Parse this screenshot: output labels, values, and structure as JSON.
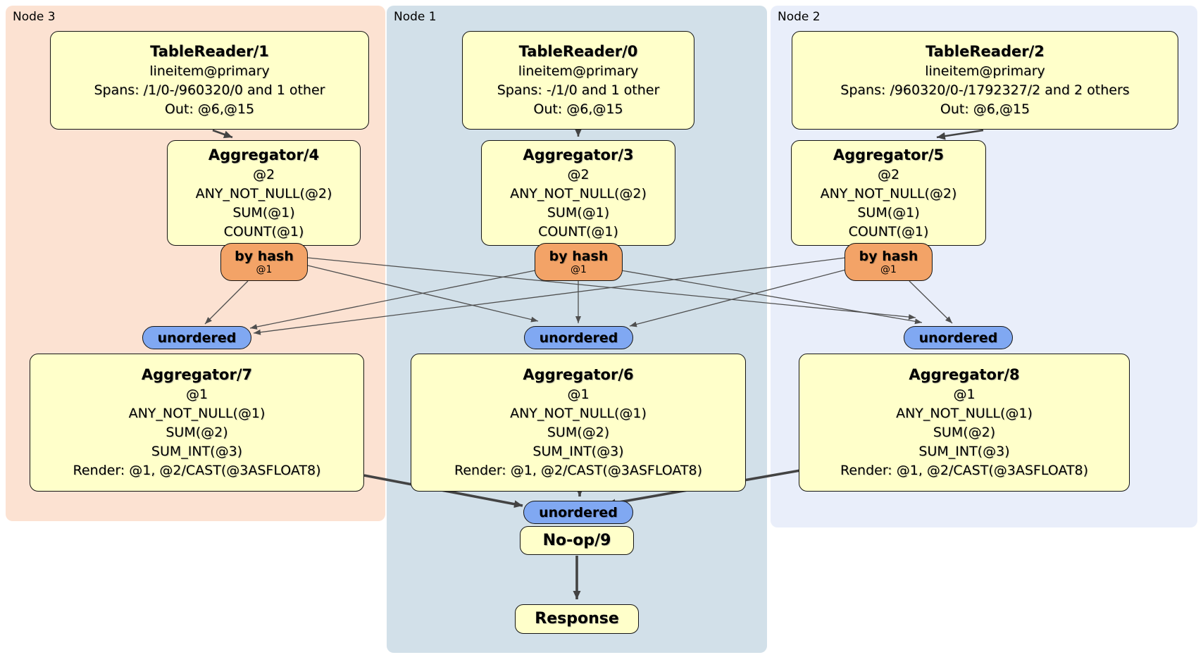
{
  "groups": {
    "node3": {
      "label": "Node 3",
      "bg": "#fce2d2"
    },
    "node1": {
      "label": "Node 1",
      "bg": "#d2e0e9"
    },
    "node2": {
      "label": "Node 2",
      "bg": "#e9eefa"
    }
  },
  "processors": {
    "tr1": {
      "title": "TableReader/1",
      "lines": [
        "lineitem@primary",
        "Spans: /1/0-/960320/0 and 1 other",
        "Out: @6,@15"
      ]
    },
    "tr0": {
      "title": "TableReader/0",
      "lines": [
        "lineitem@primary",
        "Spans: -/1/0 and 1 other",
        "Out: @6,@15"
      ]
    },
    "tr2": {
      "title": "TableReader/2",
      "lines": [
        "lineitem@primary",
        "Spans: /960320/0-/1792327/2 and 2 others",
        "Out: @6,@15"
      ]
    },
    "agg4": {
      "title": "Aggregator/4",
      "lines": [
        "@2",
        "ANY_NOT_NULL(@2)",
        "SUM(@1)",
        "COUNT(@1)"
      ]
    },
    "agg3": {
      "title": "Aggregator/3",
      "lines": [
        "@2",
        "ANY_NOT_NULL(@2)",
        "SUM(@1)",
        "COUNT(@1)"
      ]
    },
    "agg5": {
      "title": "Aggregator/5",
      "lines": [
        "@2",
        "ANY_NOT_NULL(@2)",
        "SUM(@1)",
        "COUNT(@1)"
      ]
    },
    "agg7": {
      "title": "Aggregator/7",
      "lines": [
        "@1",
        "ANY_NOT_NULL(@1)",
        "SUM(@2)",
        "SUM_INT(@3)",
        "Render: @1, @2/CAST(@3ASFLOAT8)"
      ]
    },
    "agg6": {
      "title": "Aggregator/6",
      "lines": [
        "@1",
        "ANY_NOT_NULL(@1)",
        "SUM(@2)",
        "SUM_INT(@3)",
        "Render: @1, @2/CAST(@3ASFLOAT8)"
      ]
    },
    "agg8": {
      "title": "Aggregator/8",
      "lines": [
        "@1",
        "ANY_NOT_NULL(@1)",
        "SUM(@2)",
        "SUM_INT(@3)",
        "Render: @1, @2/CAST(@3ASFLOAT8)"
      ]
    },
    "noop9": {
      "title": "No-op/9"
    },
    "response": {
      "title": "Response"
    }
  },
  "router": {
    "label": "by hash",
    "detail": "@1"
  },
  "sync": {
    "label": "unordered"
  },
  "colors": {
    "processor_bg": "#ffffca",
    "router_bg": "#f3a367",
    "sync_bg": "#80a8f2",
    "border": "#141414",
    "edge_thin": "#4f4f4f",
    "edge_thick": "#434343"
  }
}
